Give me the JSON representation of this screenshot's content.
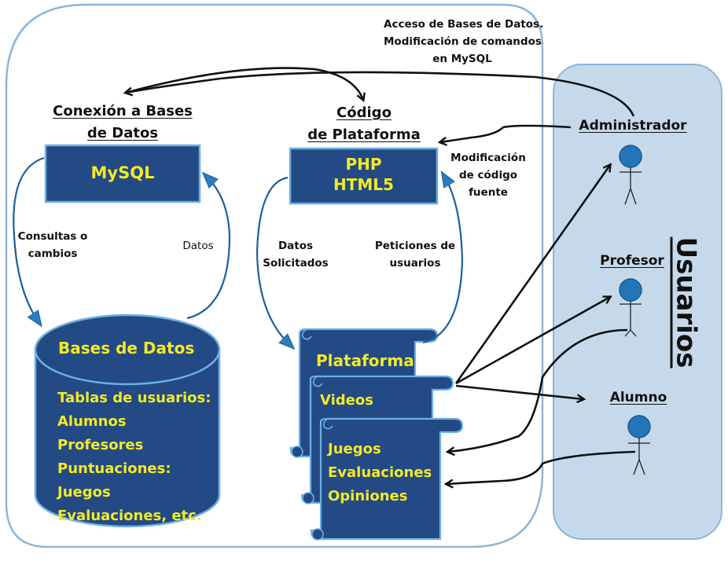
{
  "colors": {
    "box_fill": "#234a84",
    "box_border": "#6db0e2",
    "box_text": "#f3ea24",
    "users_panel_fill": "#c5d9ea",
    "users_panel_border": "#8fb5d6",
    "outer_border": "#8fb5d6",
    "flow_arrow": "#1f5f97",
    "flow_arrow_head": "#2a7bbf",
    "actor_head": "#2475b7",
    "actor_head_border": "#1a5a92",
    "black_arrow": "#111111"
  },
  "top_annotation": {
    "lines": [
      "Acceso de Bases de Datos.",
      "Modificación de comandos",
      "en MySQL"
    ]
  },
  "db_connection": {
    "title_lines": [
      "Conexión a Bases",
      "de Datos"
    ],
    "box_label": "MySQL",
    "left_flow_label": [
      "Consultas o",
      "cambios"
    ],
    "right_flow_label": "Datos"
  },
  "platform_code": {
    "title_lines": [
      "Código",
      "de Plataforma"
    ],
    "box_lines": [
      "PHP",
      "HTML5"
    ],
    "left_flow_label": [
      "Datos",
      "Solicitados"
    ],
    "right_flow_label": [
      "Peticiones de",
      "usuarios"
    ],
    "side_label": [
      "Modificación",
      "de código",
      "fuente"
    ]
  },
  "database": {
    "title": "Bases de Datos",
    "lines": [
      "Tablas de usuarios:",
      "Alumnos",
      "Profesores",
      "Puntuaciones:",
      "Juegos",
      "Evaluaciones, etc."
    ]
  },
  "scrolls": [
    {
      "label": "Plataforma"
    },
    {
      "label": "Videos"
    },
    {
      "lines": [
        "Juegos",
        "Evaluaciones",
        "Opiniones"
      ]
    }
  ],
  "users": {
    "panel_title": "Usuarios",
    "actors": [
      {
        "name": "Administrador"
      },
      {
        "name": "Profesor"
      },
      {
        "name": "Alumno"
      }
    ]
  }
}
